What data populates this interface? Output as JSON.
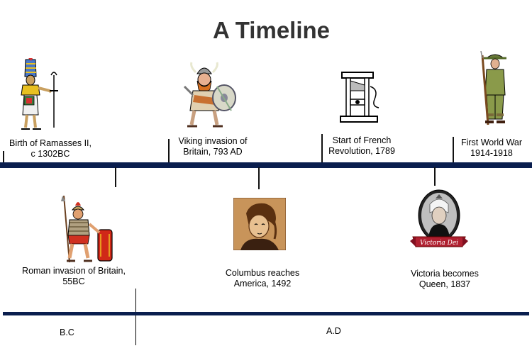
{
  "title": "A Timeline",
  "events_above": [
    {
      "line1": "Birth of Ramasses II,",
      "line2": "c 1302BC",
      "icon": "pharaoh-icon"
    },
    {
      "line1": "Viking invasion of",
      "line2": "Britain, 793 AD",
      "icon": "viking-icon"
    },
    {
      "line1": "Start of French",
      "line2": "Revolution, 1789",
      "icon": "guillotine-icon"
    },
    {
      "line1": "First World War",
      "line2": "1914-1918",
      "icon": "soldier-icon"
    }
  ],
  "events_below": [
    {
      "line1": "Roman invasion of Britain,",
      "line2": "55BC",
      "icon": "roman-soldier-icon"
    },
    {
      "line1": "Columbus reaches",
      "line2": "America, 1492",
      "icon": "columbus-portrait-icon"
    },
    {
      "line1": "Victoria becomes",
      "line2": "Queen, 1837",
      "icon": "victoria-cameo-icon"
    }
  ],
  "eras": {
    "bc": "B.C",
    "ad": "A.D"
  },
  "victoria_banner": "Victoria Dei",
  "colors": {
    "line": "#0a1e4e",
    "title": "#333333"
  }
}
